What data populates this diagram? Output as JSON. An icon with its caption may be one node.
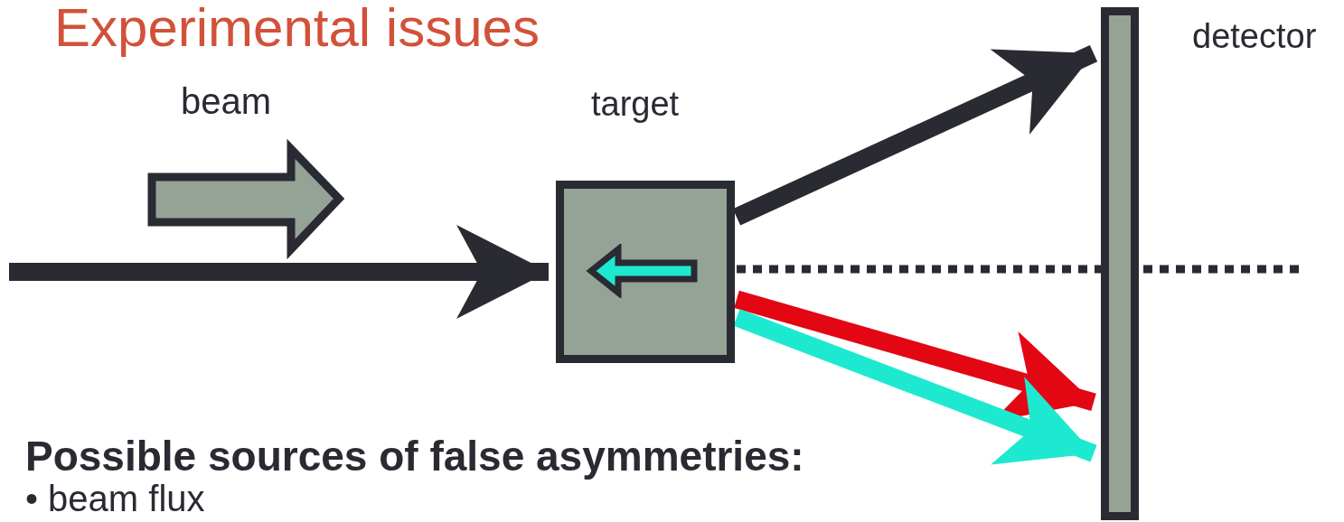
{
  "diagram": {
    "title": "Experimental issues",
    "nodes": [
      {
        "text": [
          "target"
        ]
      },
      {
        "text": [
          "detector"
        ]
      }
    ],
    "edges": [
      {
        "from": null,
        "to": 0,
        "arrow": "to"
      },
      {
        "from": 0,
        "to": 1,
        "arrow": "to"
      },
      {
        "from": 0,
        "to": 1,
        "arrow": "to",
        "color": "#e30613"
      },
      {
        "from": 0,
        "to": 1,
        "arrow": "to",
        "color": "#1de9d0"
      }
    ],
    "labels": [
      "beam",
      "Possible sources of false asymmetries:",
      "• beam flux"
    ]
  }
}
